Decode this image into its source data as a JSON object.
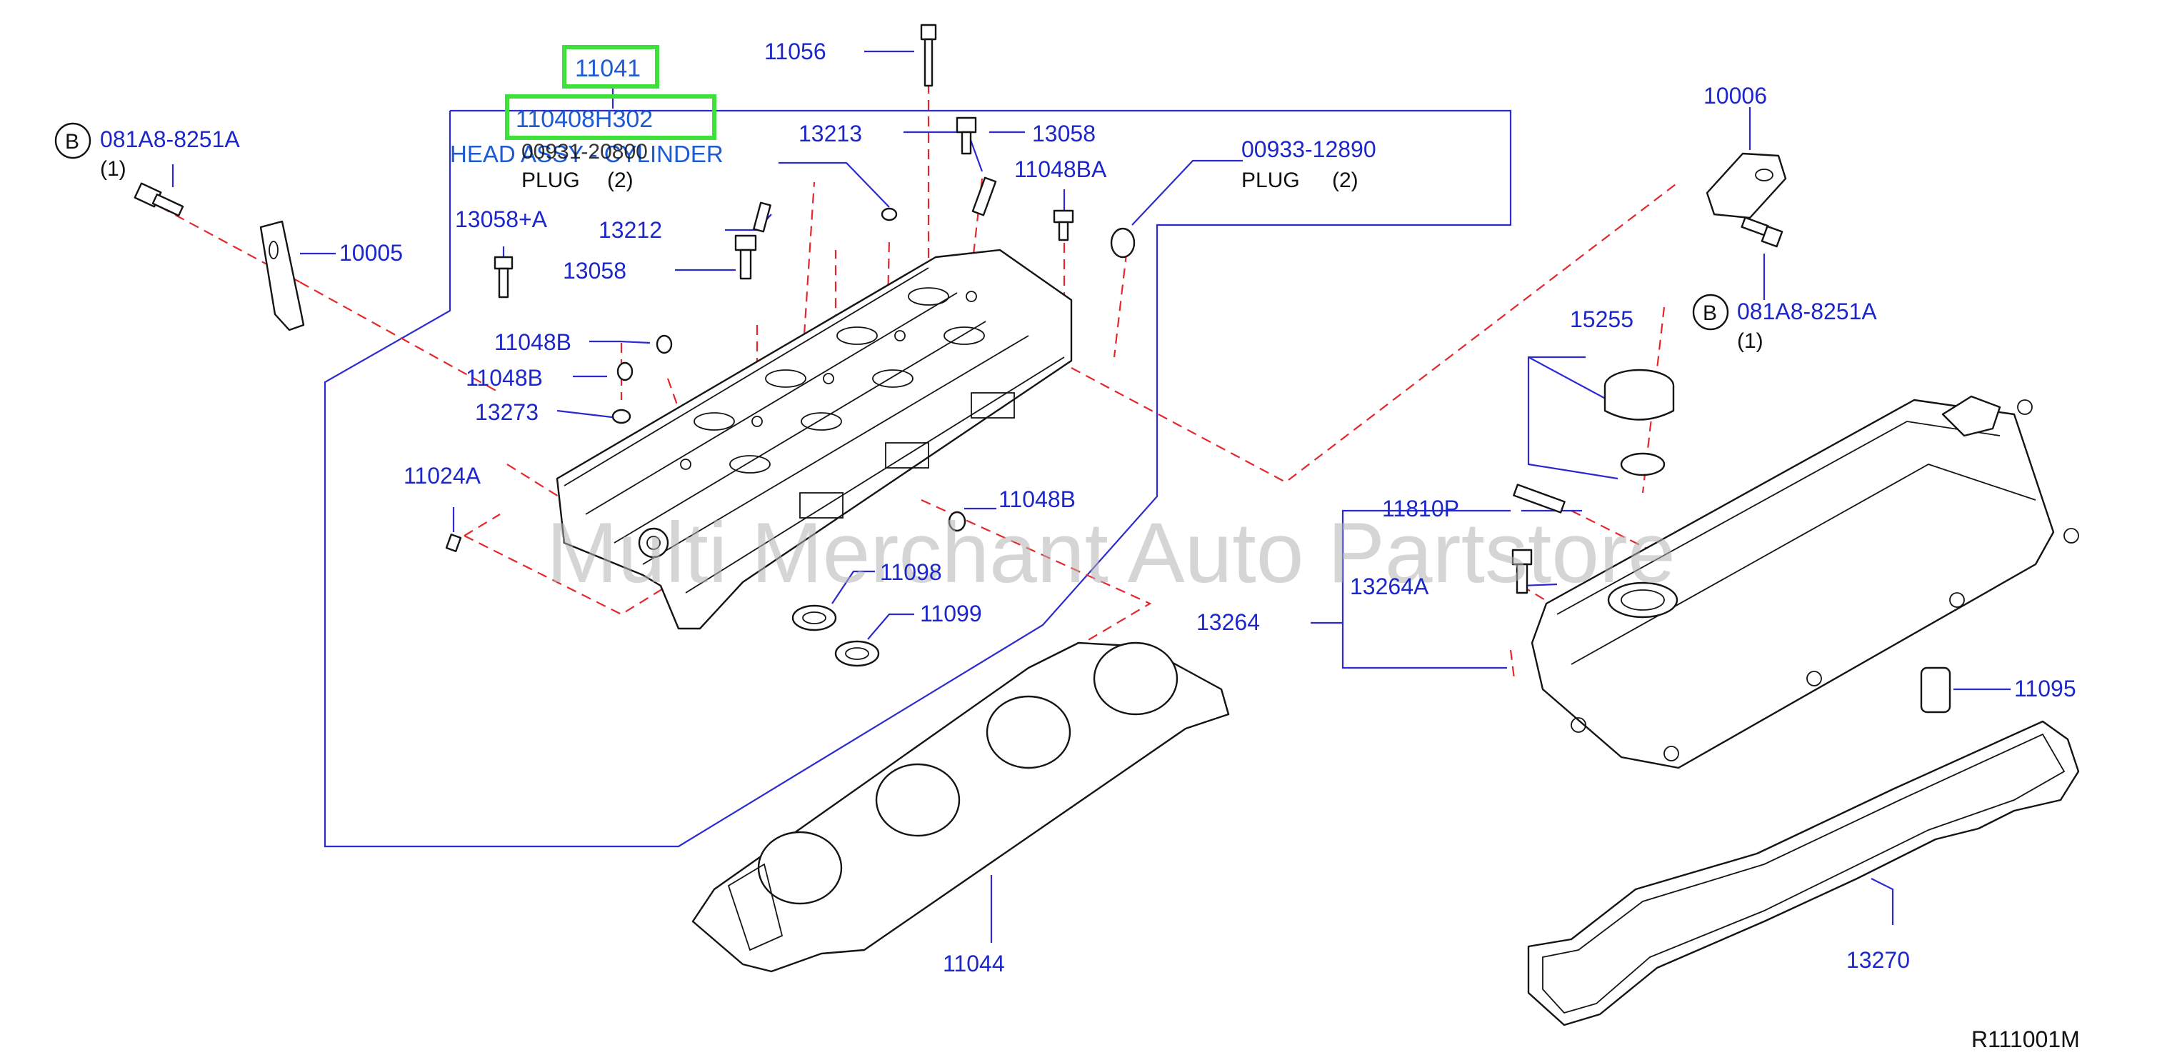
{
  "labels": {
    "p11041": "11041",
    "p110408H302": "110408H302",
    "head_assy": "HEAD ASSY - CYLINDER",
    "p00931": "00931-20800",
    "plug1": "PLUG",
    "qty_plug1": "(2)",
    "p11056": "11056",
    "p13213": "13213",
    "p13058_top": "13058",
    "p11048BA": "11048BA",
    "p00933": "00933-12890",
    "plug2": "PLUG",
    "qty_plug2": "(2)",
    "b_left": "B",
    "p081A8_left": "081A8-8251A",
    "qty_left": "(1)",
    "p10005": "10005",
    "p13058A": "13058+A",
    "p13212": "13212",
    "p13058_mid": "13058",
    "p11048B_1": "11048B",
    "p11048B_2": "11048B",
    "p13273": "13273",
    "p11024A": "11024A",
    "p11048B_3": "11048B",
    "p11098": "11098",
    "p11099": "11099",
    "p11044": "11044",
    "p10006": "10006",
    "b_right": "B",
    "p081A8_right": "081A8-8251A",
    "qty_right": "(1)",
    "p15255": "15255",
    "p11810P": "11810P",
    "p13264A": "13264A",
    "p13264": "13264",
    "p11095": "11095",
    "p13270": "13270",
    "ref": "R111001M"
  },
  "watermark": "Multi Merchant Auto Partstore",
  "colors": {
    "part_number": "#1d27c9",
    "highlight_text": "#1f5bd0",
    "highlight_box": "#3ee03a",
    "leader_line": "#2a2ad0",
    "dashed_line": "#e5262b",
    "part_outline": "#141414",
    "watermark": "#b3b3b3"
  }
}
